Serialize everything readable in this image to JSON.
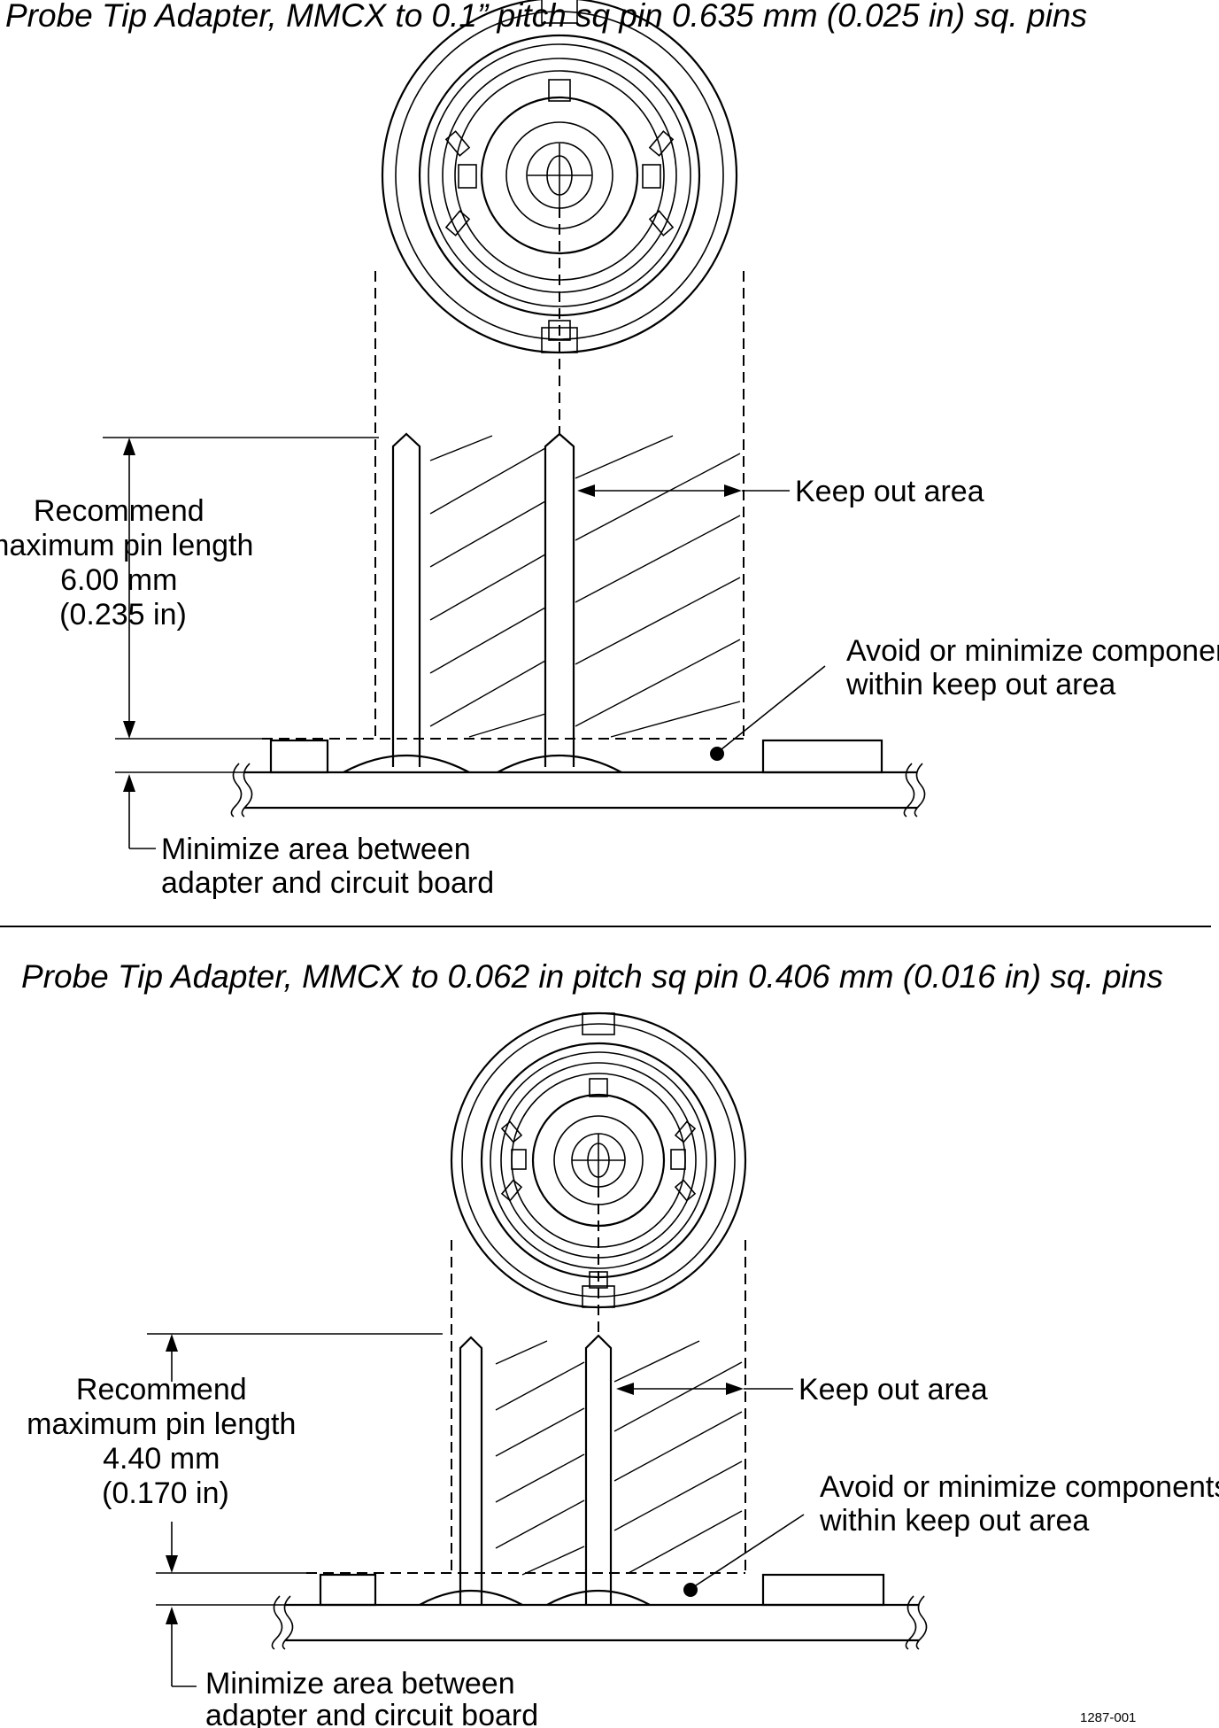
{
  "top_panel": {
    "title": "Probe Tip Adapter, MMCX to 0.1” pitch sq pin 0.635 mm (0.025 in) sq. pins",
    "pin_length_label": [
      "Recommend",
      "maximum pin length",
      "6.00 mm",
      "(0.235 in)"
    ],
    "keep_out_label": "Keep out area",
    "avoid_label": [
      "Avoid or minimize components",
      "within keep out area"
    ],
    "minimize_label": [
      "Minimize area between",
      "adapter and circuit board"
    ]
  },
  "bottom_panel": {
    "title": "Probe Tip Adapter, MMCX to 0.062 in pitch sq pin 0.406 mm (0.016 in) sq. pins",
    "pin_length_label": [
      "Recommend",
      "maximum pin length",
      "4.40 mm",
      "(0.170 in)"
    ],
    "keep_out_label": "Keep out area",
    "avoid_label": [
      "Avoid or minimize components",
      "within keep out area"
    ],
    "minimize_label": [
      "Minimize area between",
      "adapter and circuit board"
    ]
  },
  "figure_id": "1287-001"
}
